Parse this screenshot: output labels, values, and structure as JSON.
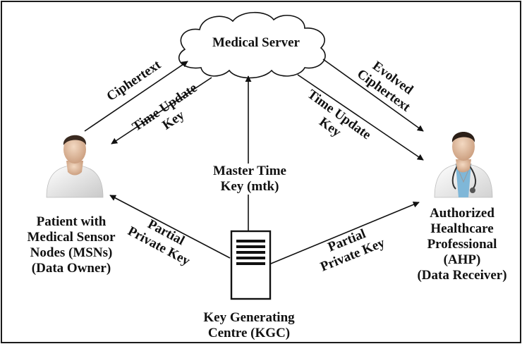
{
  "nodes": {
    "medical_server": "Medical Server",
    "patient": "Patient with\nMedical Sensor\nNodes (MSNs)\n(Data Owner)",
    "ahp": "Authorized\nHealthcare\nProfessional\n(AHP)\n(Data Receiver)",
    "kgc": "Key Generating\nCentre (KGC)"
  },
  "edges": {
    "ciphertext": "Ciphertext",
    "time_update_key_left": "Time Update\nKey",
    "evolved_ciphertext": "Evolved\nCiphertext",
    "time_update_key_right": "Time Update\nKey",
    "master_time_key": "Master Time\nKey (mtk)",
    "partial_private_key_left": "Partial\nPrivate Key",
    "partial_private_key_right": "Partial\nPrivate Key"
  },
  "icons": {
    "server_cloud": "cloud-icon",
    "patient": "patient-person-icon",
    "doctor": "doctor-person-icon",
    "kgc": "server-tower-icon"
  },
  "colors": {
    "line": "#111111",
    "skin": "#e9c9ad",
    "shirt": "#eeeeee",
    "scrubs": "#7fb7d8"
  }
}
